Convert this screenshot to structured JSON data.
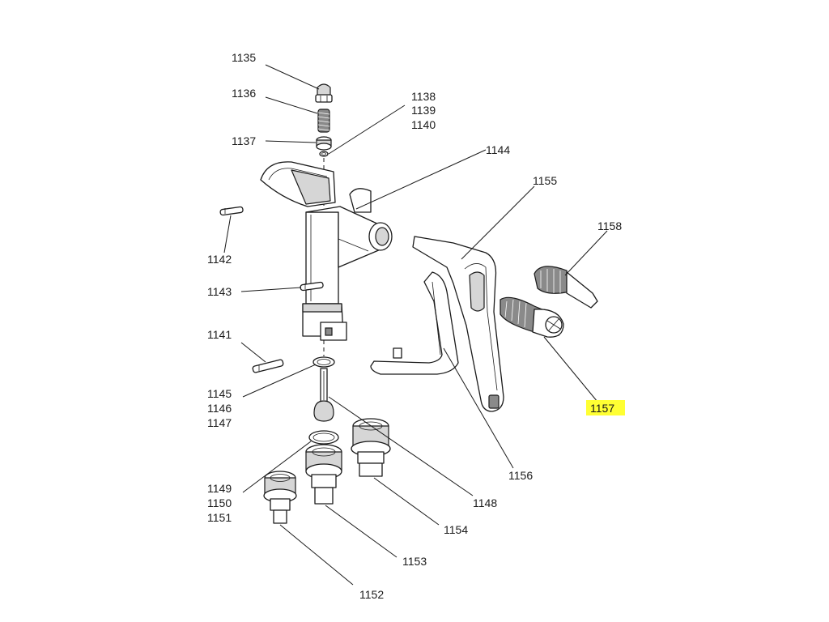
{
  "highlight_color": "#ffff33",
  "parts": {
    "p1135": "1135",
    "p1136": "1136",
    "p1137": "1137",
    "p1138": "1138",
    "p1139": "1139",
    "p1140": "1140",
    "p1141": "1141",
    "p1142": "1142",
    "p1143": "1143",
    "p1144": "1144",
    "p1145": "1145",
    "p1146": "1146",
    "p1147": "1147",
    "p1148": "1148",
    "p1149": "1149",
    "p1150": "1150",
    "p1151": "1151",
    "p1152": "1152",
    "p1153": "1153",
    "p1154": "1154",
    "p1155": "1155",
    "p1156": "1156",
    "p1157": "1157",
    "p1158": "1158"
  },
  "highlighted_part": "1157"
}
